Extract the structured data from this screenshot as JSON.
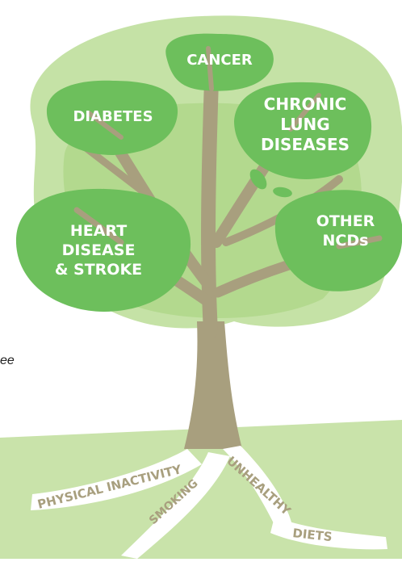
{
  "diagram": {
    "side_text": "ee",
    "branches": [
      {
        "lines": [
          "CANCER"
        ]
      },
      {
        "lines": [
          "DIABETES"
        ]
      },
      {
        "lines": [
          "CHRONIC",
          "LUNG",
          "DISEASES"
        ]
      },
      {
        "lines": [
          "HEART",
          "DISEASE",
          "& STROKE"
        ]
      },
      {
        "lines": [
          "OTHER",
          "NCDs"
        ]
      }
    ],
    "roots": [
      "PHYSICAL INACTIVITY",
      "SMOKING",
      "UNHEALTHY",
      "DIETS"
    ],
    "colors": {
      "canopy_light": "#c5e2a6",
      "canopy_mid": "#b3d98e",
      "leaf": "#6dbf5c",
      "trunk": "#a89f7e",
      "ground": "#c9e3aa",
      "root": "#ffffff"
    }
  }
}
